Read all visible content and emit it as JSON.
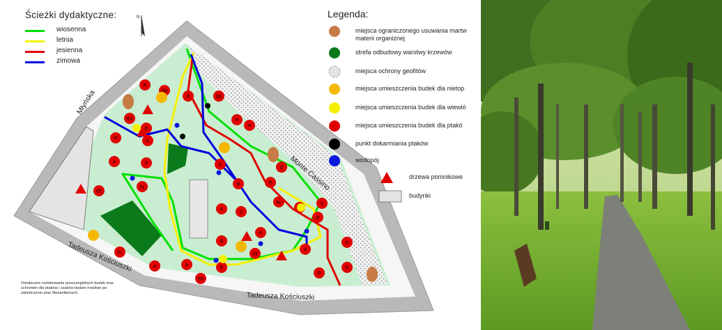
{
  "paths_legend": {
    "title": "Ścieżki dydaktyczne:",
    "items": [
      {
        "label": "wiosenna",
        "color": "#00e000"
      },
      {
        "label": "letnia",
        "color": "#f4f000"
      },
      {
        "label": "jesienna",
        "color": "#e00000"
      },
      {
        "label": "zimowa",
        "color": "#0000dd"
      }
    ]
  },
  "legend": {
    "title": "Legenda:",
    "items": [
      {
        "symbol": "brown-circle",
        "color": "#c77b45",
        "label_lines": [
          "miejsca ograniczonego usuwania martw",
          "materii organiznej"
        ]
      },
      {
        "symbol": "green-circle",
        "color": "#0a7a1a",
        "label_lines": [
          "strefa odbudowy warstwy krzewów"
        ]
      },
      {
        "symbol": "dotted-circle",
        "color": "#bbbbbb",
        "label_lines": [
          "miejsca ochrony geofitów"
        ]
      },
      {
        "symbol": "orange-circle",
        "color": "#f5b800",
        "label_lines": [
          "miejsca umieszczenia budek dla nietop"
        ]
      },
      {
        "symbol": "yellow-circle",
        "color": "#f4f000",
        "label_lines": [
          "miejsca umieszczenia budek dla wiewió"
        ]
      },
      {
        "symbol": "red-circle",
        "color": "#e00000",
        "label_lines": [
          "miejsca umieszczenia budek dla ptakó"
        ]
      },
      {
        "symbol": "black-circle",
        "color": "#000000",
        "label_lines": [
          "punkt dokarmiania ptaków"
        ]
      },
      {
        "symbol": "blue-circle",
        "color": "#0a18e0",
        "label_lines": [
          "wodopój"
        ]
      },
      {
        "symbol": "red-triangle",
        "color": "#e00000",
        "label_lines": [
          "drzewa pomnikowe"
        ]
      },
      {
        "symbol": "grey-rect",
        "color": "#e4e4e4",
        "label_lines": [
          "budynki"
        ]
      }
    ]
  },
  "streets": {
    "mlynska": "Młyńska",
    "monte_cassino": "Monte Cassino",
    "tadeusza_1": "Tadeusza Kościuszki",
    "tadeusza_2": "Tadeusza Kościuszki"
  },
  "compass": "N",
  "note": "Ostateczne rozlokowanie poszczególnych budek oraz schronien dla ptaków i ssaków będzie możliwe po zakończeniu prac fitosanitarnych.",
  "markers": {
    "box_codes": [
      "P",
      "SO",
      "CE",
      "A",
      "D",
      "R",
      "CZ",
      "AL",
      "S",
      "B",
      "Z"
    ]
  }
}
